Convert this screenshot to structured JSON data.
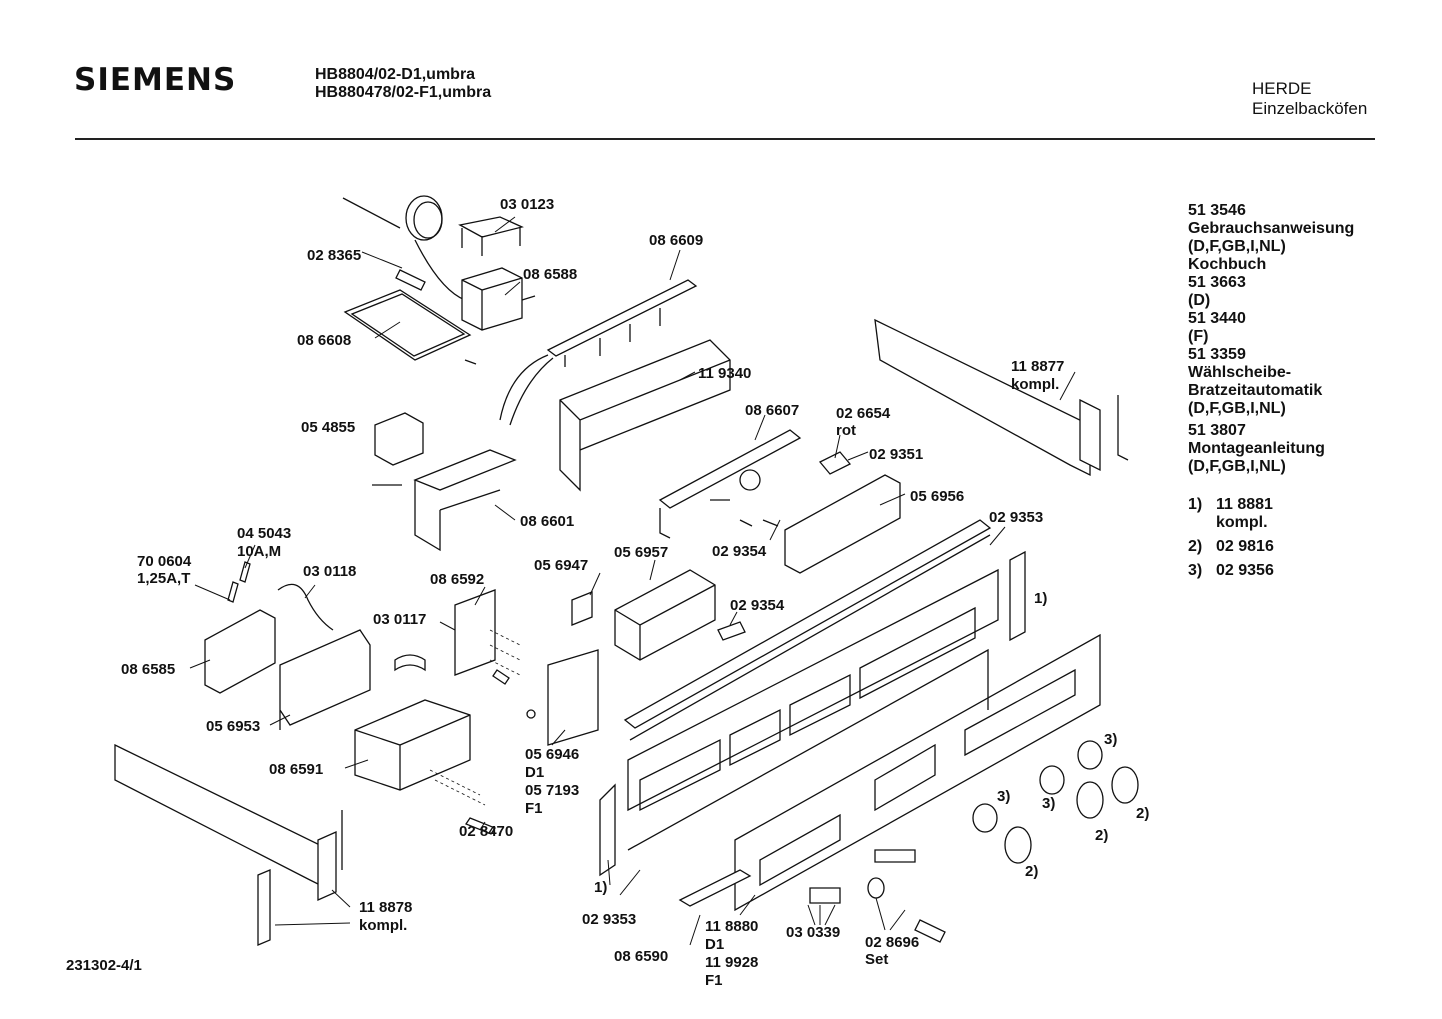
{
  "header": {
    "brand": "SIEMENS",
    "model_line_1": "HB8804/02-D1,umbra",
    "model_line_2": "HB880478/02-F1,umbra",
    "category_line_1": "HERDE",
    "category_line_2": "Einzelbacköfen"
  },
  "footer": {
    "doc_number": "231302-4/1"
  },
  "notes": [
    "51 3546",
    "Gebrauchsanweisung",
    "(D,F,GB,I,NL)",
    "Kochbuch",
    "51 3663",
    "(D)",
    "51 3440",
    "(F)",
    "51 3359",
    "Wählscheibe-",
    "Bratzeitautomatik",
    "(D,F,GB,I,NL)",
    "51 3807",
    "Montageanleitung",
    "(D,F,GB,I,NL)"
  ],
  "footnotes": [
    {
      "key": "1)",
      "lines": [
        "11 8881",
        "kompl."
      ]
    },
    {
      "key": "2)",
      "lines": [
        "02 9816"
      ]
    },
    {
      "key": "3)",
      "lines": [
        "02 9356"
      ]
    }
  ],
  "part_labels": {
    "p030123": "03 0123",
    "p086609": "08 6609",
    "p028365": "02 8365",
    "p086588": "08 6588",
    "p086608": "08 6608",
    "p119340": "11 9340",
    "p118877": "11 8877",
    "p118877k": "kompl.",
    "p054855": "05 4855",
    "p086607": "08 6607",
    "p026654": "02 6654",
    "p026654r": "rot",
    "p029351": "02 9351",
    "p056956": "05 6956",
    "p086601": "08 6601",
    "p029354a": "02 9354",
    "p029353a": "02 9353",
    "p045043": "04 5043",
    "p045043b": "10A,M",
    "p700604": "70 0604",
    "p700604b": "1,25A,T",
    "p030118": "03 0118",
    "p086592": "08 6592",
    "p056947": "05 6947",
    "p056957": "05 6957",
    "p030117": "03 0117",
    "p029354b": "02 9354",
    "p086585": "08 6585",
    "p056953": "05 6953",
    "p086591": "08 6591",
    "p056946": "05 6946",
    "p056946d": "D1",
    "p057193": "05 7193",
    "p057193f": "F1",
    "p028470": "02 8470",
    "p118878": "11 8878",
    "p118878k": "kompl.",
    "p029353b": "02 9353",
    "p086590": "08 6590",
    "p118880": "11 8880",
    "p118880d": "D1",
    "p119928": "11 9928",
    "p119928f": "F1",
    "p030339": "03 0339",
    "p028696": "02 8696",
    "p028696s": "Set",
    "m1a": "1)",
    "m1b": "1)",
    "m3a": "3)",
    "m3b": "3)",
    "m3c": "3)",
    "m2a": "2)",
    "m2b": "2)",
    "m2c": "2)"
  }
}
